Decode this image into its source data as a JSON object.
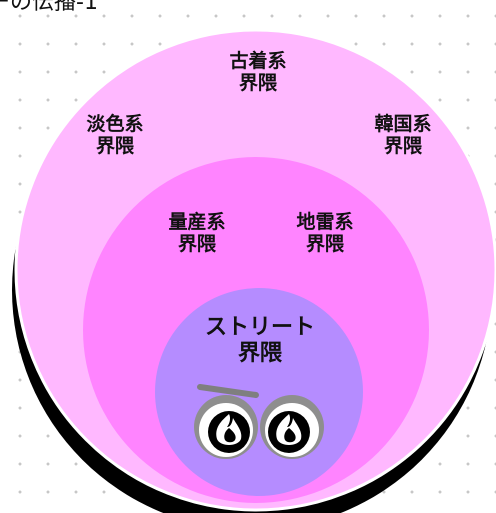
{
  "title": "ーの伝播-1",
  "colors": {
    "outer": "#ffb8ff",
    "middle": "#ff84ff",
    "inner": "#b58cff",
    "shadow": "#000000",
    "stroke": "#ffffff"
  },
  "outer_ring": {
    "labels": [
      {
        "line1": "古着系",
        "line2": "界隈"
      },
      {
        "line1": "淡色系",
        "line2": "界隈"
      },
      {
        "line1": "韓国系",
        "line2": "界隈"
      }
    ]
  },
  "middle_ring": {
    "labels": [
      {
        "line1": "量産系",
        "line2": "界隈"
      },
      {
        "line1": "地雷系",
        "line2": "界隈"
      }
    ]
  },
  "inner_circle": {
    "line1": "ストリート",
    "line2": "界隈",
    "icons": [
      "fire-eye-icon",
      "fire-eye-icon"
    ]
  }
}
